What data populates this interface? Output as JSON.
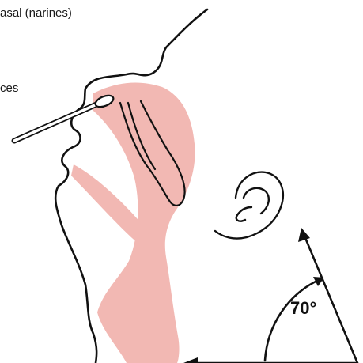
{
  "labels": {
    "nasal_label": "asal (narines)",
    "side_label": "ces"
  },
  "angle": {
    "text": "70°",
    "degrees": 70
  },
  "colors": {
    "tissue": "#f2b8b3",
    "outline": "#111111",
    "background": "#ffffff"
  }
}
